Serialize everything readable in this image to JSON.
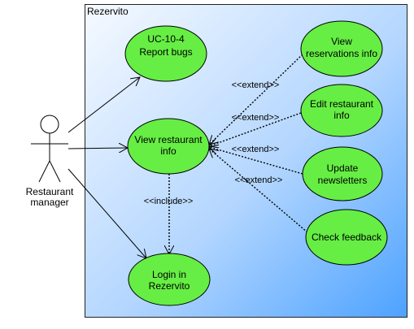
{
  "system": {
    "name": "Rezervito"
  },
  "actor": {
    "line1": "Restaurant",
    "line2": "manager"
  },
  "use_cases": {
    "report_bugs": {
      "line1": "UC-10-4",
      "line2": "Report bugs"
    },
    "view_restaurant_info": {
      "line1": "View restaurant",
      "line2": "info"
    },
    "login": {
      "line1": "Login in",
      "line2": "Rezervito"
    },
    "view_reservations_info": {
      "line1": "View",
      "line2": "reservations info"
    },
    "edit_restaurant_info": {
      "line1": "Edit restaurant",
      "line2": "info"
    },
    "update_newsletters": {
      "line1": "Update",
      "line2": "newsletters"
    },
    "check_feedback": {
      "line1": "Check feedback"
    }
  },
  "relationships": {
    "extend_1": "<<extend>>",
    "extend_2": "<<extend>>",
    "extend_3": "<<extend>>",
    "extend_4": "<<extend>>",
    "include_1": "<<include>>"
  },
  "colors": {
    "use_case_fill": "#66ee44",
    "system_gradient_top": "#f4f8ff",
    "system_gradient_bottom": "#4da2ff",
    "line": "#000000"
  }
}
